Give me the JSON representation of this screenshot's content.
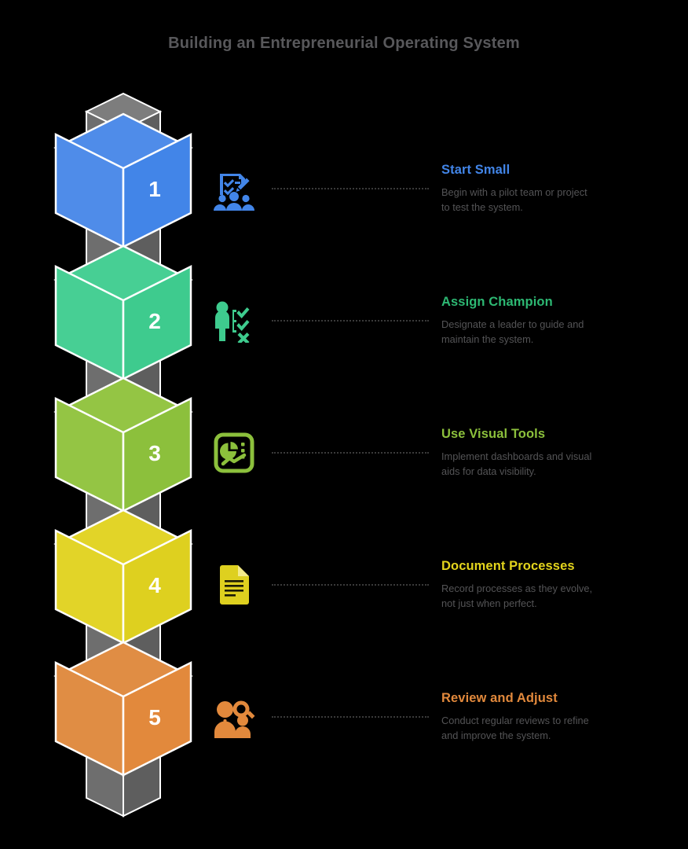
{
  "title": "Building an Entrepreneurial Operating System",
  "colors": {
    "background": "#000000",
    "title_text": "#58585b",
    "description_text": "#545456",
    "column_gray": "#6e6e6e",
    "column_gray_dark": "#5e5e5e",
    "column_top": "#7a7a7a",
    "outline_white": "#ffffff",
    "dotted_line": "#3a3a3a"
  },
  "steps": [
    {
      "number": "1",
      "heading": "Start Small",
      "desc_line1": "Begin with a pilot team or project",
      "desc_line2": "to test the system.",
      "color": "#4285e8",
      "color_left": "#4f8ce9",
      "color_top": "#4f8ce9",
      "icon": "clipboard-checklist-people-icon"
    },
    {
      "number": "2",
      "heading": "Assign Champion",
      "desc_line1": "Designate a leader to guide and",
      "desc_line2": "maintain the system.",
      "color": "#3ecb8e",
      "color_left": "#47cf94",
      "color_top": "#47cf94",
      "icon": "person-checklist-icon"
    },
    {
      "number": "3",
      "heading": "Use Visual Tools",
      "desc_line1": "Implement dashboards and visual",
      "desc_line2": "aids for data visibility.",
      "color": "#8cc03c",
      "color_left": "#94c544",
      "color_top": "#94c544",
      "icon": "dashboard-chart-icon"
    },
    {
      "number": "4",
      "heading": "Document Processes",
      "desc_line1": "Record processes as they evolve,",
      "desc_line2": "not just when perfect.",
      "color": "#ded01f",
      "color_left": "#e2d428",
      "color_top": "#e2d428",
      "icon": "document-page-icon"
    },
    {
      "number": "5",
      "heading": "Review and Adjust",
      "desc_line1": "Conduct regular reviews to refine",
      "desc_line2": "and improve the system.",
      "color": "#e2893c",
      "color_left": "#e08d44",
      "color_top": "#e08d44",
      "icon": "people-magnifier-icon"
    }
  ]
}
